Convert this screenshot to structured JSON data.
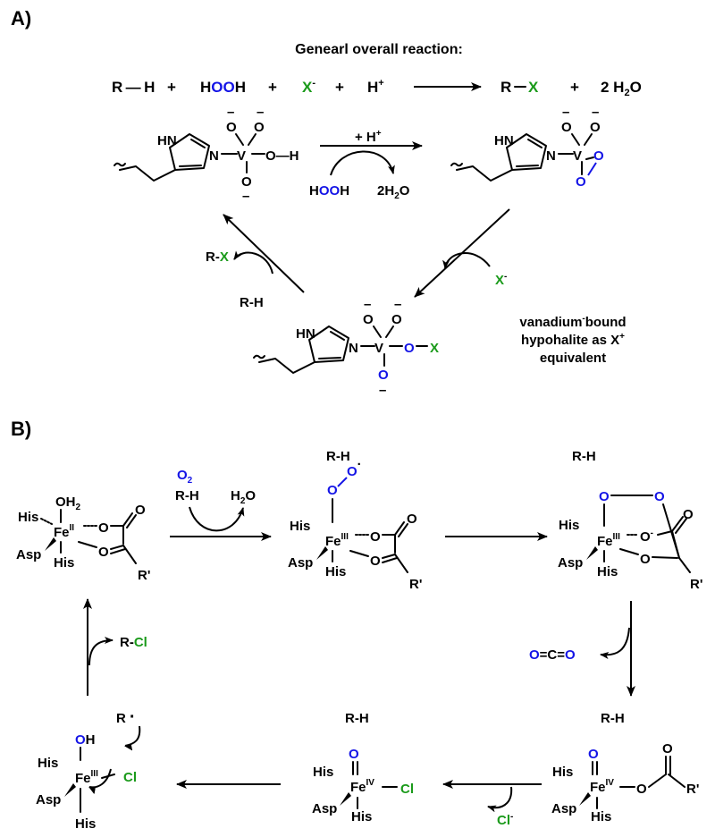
{
  "panel_a": {
    "label": "A)",
    "reaction_title": "Genearl overall reaction:",
    "overall": {
      "rh": "R — H",
      "plus": "+",
      "hooh_h1": "H",
      "hooh_oo": "OO",
      "hooh_h2": "H",
      "x": "X",
      "x_charge": "-",
      "hplus": "H",
      "hplus_charge": "+",
      "r": "R",
      "x2": "X",
      "water": "2 H",
      "water_sub": "2",
      "water_o": "O"
    },
    "complex": {
      "hn": "HN",
      "n": "N",
      "v": "V",
      "o": "O",
      "oh": "O—H",
      "minus": "–"
    },
    "step1": {
      "reagent": "+ H",
      "reagent_sup": "+",
      "hooh_h1": "H",
      "hooh_oo": "OO",
      "hooh_h2": "H",
      "product": "2H",
      "product_sub": "2",
      "product_o": "O"
    },
    "halide": {
      "x": "X",
      "charge": "-"
    },
    "step3": {
      "rx_r": "R-",
      "rx_x": "X",
      "rh": "R-H"
    },
    "hypohalite": {
      "ox_o": "O",
      "ox_x": "X",
      "dash": "—"
    },
    "description": {
      "line1": "vanadium",
      "line1_sup": "-",
      "line1_end": "bound",
      "line2": "hypohalite as X",
      "line2_sup": "+",
      "line3": "equivalent"
    }
  },
  "panel_b": {
    "label": "B)",
    "ligands": {
      "his": "His",
      "asp": "Asp",
      "fe": "Fe",
      "r_prime": "R'"
    },
    "oxidation_states": {
      "ii": "II",
      "iii": "III",
      "iv": "IV"
    },
    "int1": {
      "oh2": "OH",
      "oh2_sub": "2",
      "o": "O"
    },
    "step1": {
      "o2": "O",
      "o2_sub": "2",
      "rh": "R-H",
      "h2o": "H",
      "h2o_sub": "2",
      "h2o_o": "O"
    },
    "substrate": {
      "rh": "R-H"
    },
    "superoxo": {
      "o": "O",
      "radical": "·",
      "o_minus": "-"
    },
    "co2": {
      "o1": "O",
      "c": "=C=",
      "o2": "O"
    },
    "ferryl": {
      "o": "O",
      "cl": "Cl"
    },
    "chloride": {
      "cl": "Cl",
      "charge": "-"
    },
    "radical": {
      "r": "R",
      "dot": "·"
    },
    "hydroxo": {
      "o": "O",
      "h": "H",
      "cl": "Cl"
    },
    "product": {
      "r": "R-",
      "cl": "Cl"
    }
  },
  "colors": {
    "oxygen": "#1414e6",
    "halogen": "#1a9a1a",
    "bond": "#000000"
  }
}
